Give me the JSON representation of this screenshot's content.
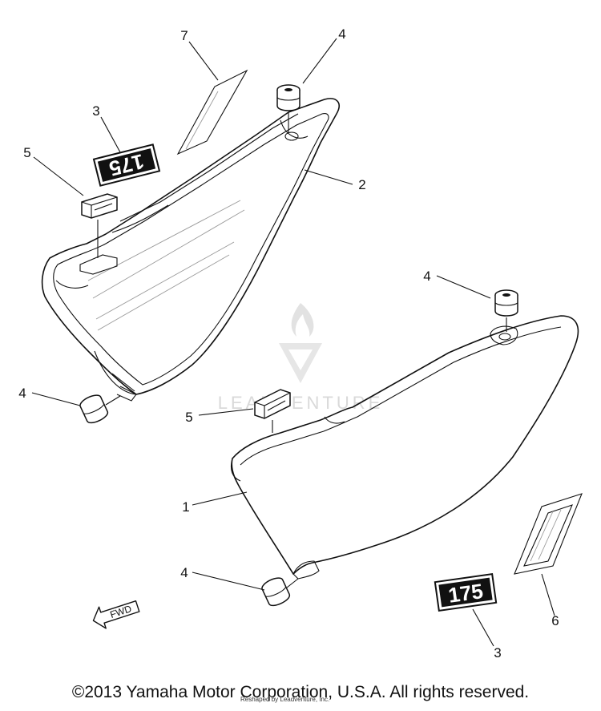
{
  "callouts": {
    "c7": "7",
    "c4_top": "4",
    "c3_top": "3",
    "c5_top": "5",
    "c2": "2",
    "c4_left": "4",
    "c4_right": "4",
    "c5_mid": "5",
    "c1": "1",
    "c4_bottom": "4",
    "c6": "6",
    "c3_bottom": "3"
  },
  "decals": {
    "left_emblem": "175",
    "right_emblem": "175",
    "fwd_arrow": "FWD"
  },
  "watermark": {
    "text": "LEADVENTURE"
  },
  "footer": {
    "copyright": "©2013 Yamaha Motor Corporation, U.S.A. All rights reserved.",
    "reshaped": "Reshaped by Leadventure, Inc."
  },
  "colors": {
    "ink": "#111111",
    "watermark": "#d9d9d9",
    "background": "#ffffff"
  }
}
